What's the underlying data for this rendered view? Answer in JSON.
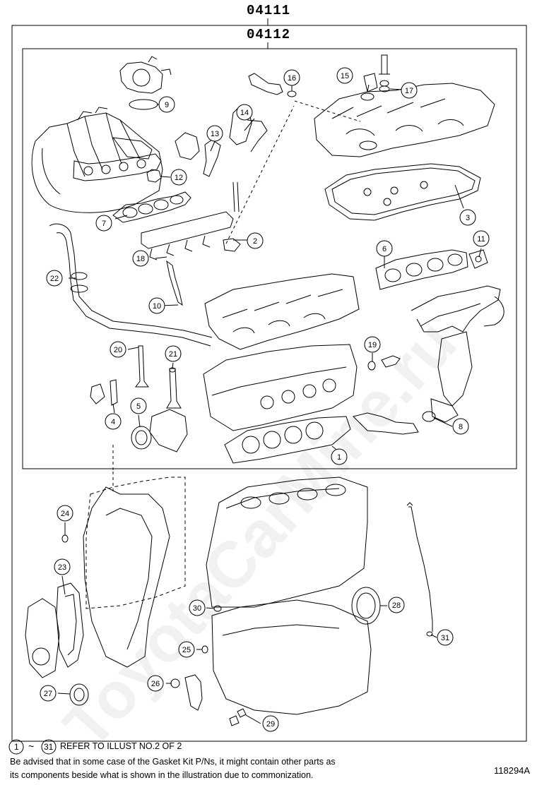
{
  "header": {
    "assembly_code": "04111",
    "kit_code": "04112"
  },
  "watermark": "ToyotaCarMine.ru",
  "callouts": [
    {
      "n": "1",
      "name": "cylinder-head-gasket"
    },
    {
      "n": "2",
      "name": "gasket-2"
    },
    {
      "n": "3",
      "name": "cylinder-head-cover-gasket"
    },
    {
      "n": "4",
      "name": "gasket-4"
    },
    {
      "n": "5",
      "name": "oil-seal-5"
    },
    {
      "n": "6",
      "name": "exhaust-manifold-gasket"
    },
    {
      "n": "7",
      "name": "intake-manifold-gasket"
    },
    {
      "n": "8",
      "name": "exhaust-pipe-gasket"
    },
    {
      "n": "9",
      "name": "throttle-body-gasket"
    },
    {
      "n": "10",
      "name": "o-ring-10"
    },
    {
      "n": "11",
      "name": "gasket-11"
    },
    {
      "n": "12",
      "name": "gasket-12"
    },
    {
      "n": "13",
      "name": "gasket-13"
    },
    {
      "n": "14",
      "name": "gasket-14"
    },
    {
      "n": "15",
      "name": "gasket-15"
    },
    {
      "n": "16",
      "name": "o-ring-16"
    },
    {
      "n": "17",
      "name": "seal-washer-17"
    },
    {
      "n": "18",
      "name": "gasket-18"
    },
    {
      "n": "19",
      "name": "gasket-19"
    },
    {
      "n": "20",
      "name": "valve-stem-seal-20"
    },
    {
      "n": "21",
      "name": "valve-stem-seal-21"
    },
    {
      "n": "22",
      "name": "gasket-22"
    },
    {
      "n": "23",
      "name": "timing-cover-gasket"
    },
    {
      "n": "24",
      "name": "gasket-24"
    },
    {
      "n": "25",
      "name": "o-ring-25"
    },
    {
      "n": "26",
      "name": "gasket-26"
    },
    {
      "n": "27",
      "name": "oil-seal-27"
    },
    {
      "n": "28",
      "name": "rear-oil-seal-28"
    },
    {
      "n": "29",
      "name": "gasket-29"
    },
    {
      "n": "30",
      "name": "o-ring-30"
    },
    {
      "n": "31",
      "name": "o-ring-31"
    }
  ],
  "footer": {
    "ref_start": "1",
    "ref_tilde": "~",
    "ref_end": "31",
    "ref_text": "REFER TO ILLUST NO.2 OF 2",
    "advice_line1": "Be advised that in some case of the Gasket Kit P/Ns,  it might contain other parts as",
    "advice_line2": "its components beside what is shown in the illustration due to commonization.",
    "illustration_id": "118294A"
  }
}
